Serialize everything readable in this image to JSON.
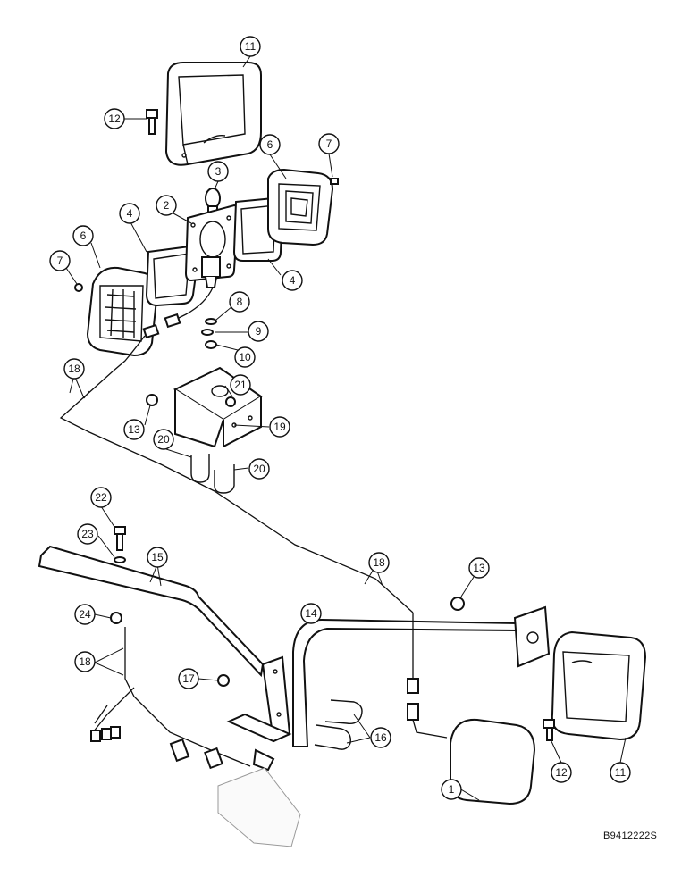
{
  "document_id": "B9412222S",
  "callouts": [
    "11",
    "12",
    "6",
    "7",
    "3",
    "2",
    "4",
    "6",
    "7",
    "4",
    "8",
    "9",
    "10",
    "18",
    "21",
    "13",
    "19",
    "20",
    "20",
    "22",
    "23",
    "15",
    "18",
    "13",
    "14",
    "24",
    "18",
    "17",
    "16",
    "12",
    "11",
    "1"
  ]
}
